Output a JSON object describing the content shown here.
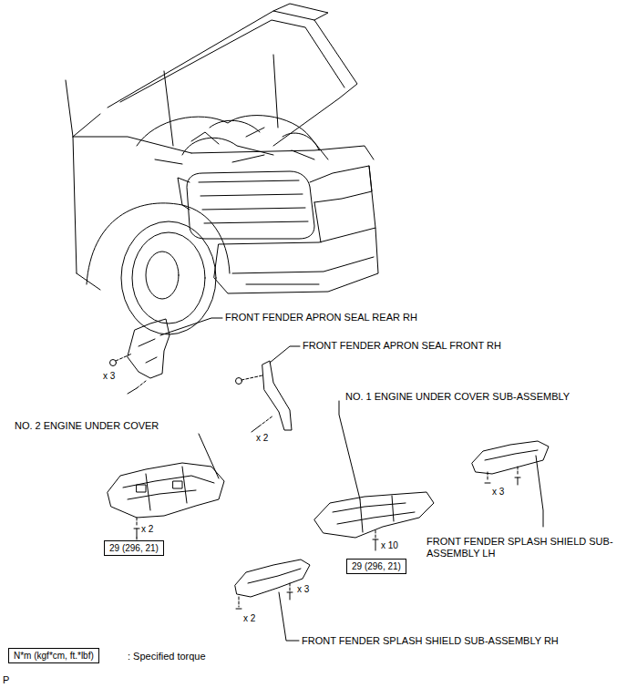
{
  "diagram": {
    "nodes": [
      {
        "text": [
          "29 (296, 21)"
        ]
      },
      {
        "text": [
          "29 (296, 21)"
        ]
      },
      {
        "text": [
          "N*m (kgf*cm, ft.*lbf)"
        ]
      }
    ],
    "labels": [
      "FRONT FENDER APRON SEAL REAR RH",
      "x 3",
      "FRONT FENDER APRON SEAL FRONT RH",
      "x 2",
      "NO. 1 ENGINE UNDER COVER SUB-ASSEMBLY",
      "NO. 2 ENGINE UNDER COVER",
      "x 3",
      "x 2",
      "x 10",
      "FRONT FENDER SPLASH SHIELD SUB-ASSEMBLY LH",
      "x 3",
      "x 2",
      "FRONT FENDER SPLASH SHIELD SUB-ASSEMBLY RH",
      ": Specified torque",
      "P"
    ]
  }
}
